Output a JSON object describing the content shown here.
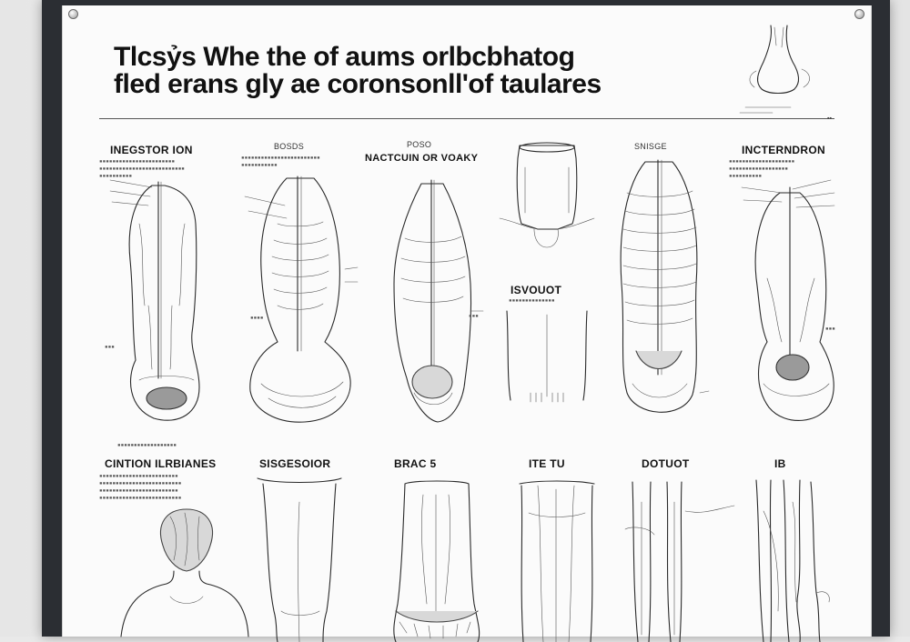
{
  "poster": {
    "title_line1": "Tlcsỷs Whe the of aums orlbcbhatog",
    "title_line2": "fled erans gly ae coronsonll'of taulares"
  },
  "panels_top": [
    {
      "heading": "INEGSTOR ION"
    },
    {
      "heading": "BOSDS"
    },
    {
      "heading": "NACTCUIN OR VOAKY",
      "subheading": "POSO"
    },
    {
      "heading": "ISVOUOT"
    },
    {
      "heading": "SNISGE"
    },
    {
      "heading": "INCTERNDRON"
    }
  ],
  "panels_bottom": [
    {
      "heading": "CINTION ILRBIANES"
    },
    {
      "heading": "SISGESOIOR"
    },
    {
      "heading": "BRAC 5"
    },
    {
      "heading": "ITE TU"
    },
    {
      "heading": "DOTUOT"
    },
    {
      "heading": "IB"
    }
  ],
  "colors": {
    "frame": "#2b2e33",
    "paper": "#fbfbfb",
    "ink": "#111111",
    "wall": "#e9e9e9"
  }
}
